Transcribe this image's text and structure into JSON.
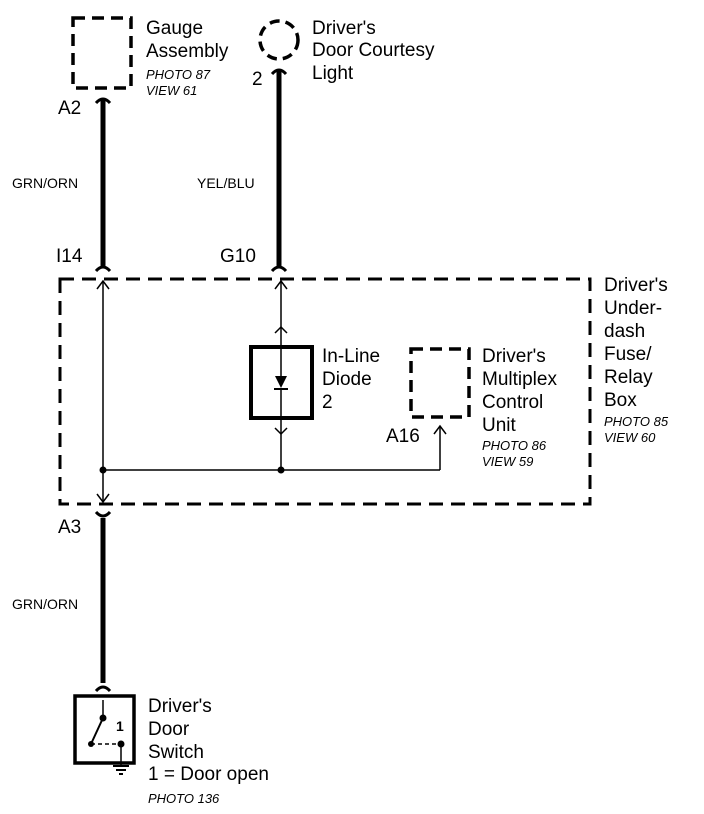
{
  "components": {
    "gauge": {
      "name_lines": [
        "Gauge",
        "Assembly"
      ],
      "ref_lines": [
        "PHOTO 87",
        "VIEW 61"
      ]
    },
    "courtesy_light": {
      "name_lines": [
        "Driver's",
        "Door Courtesy",
        "Light"
      ]
    },
    "fuse_box": {
      "name_lines": [
        "Driver's",
        "Under-",
        "dash",
        "Fuse/",
        "Relay",
        "Box"
      ],
      "ref_lines": [
        "PHOTO 85",
        "VIEW 60"
      ]
    },
    "diode": {
      "name_lines": [
        "In-Line",
        "Diode",
        "2"
      ]
    },
    "multiplex": {
      "name_lines": [
        "Driver's",
        "Multiplex",
        "Control",
        "Unit"
      ],
      "ref_lines": [
        "PHOTO 86",
        "VIEW 59"
      ]
    },
    "door_switch": {
      "name_lines": [
        "Driver's",
        "Door",
        "Switch",
        "1 = Door open"
      ],
      "ref_lines": [
        "PHOTO 136"
      ],
      "contact": "1"
    }
  },
  "pins": {
    "a2": "A2",
    "pin2": "2",
    "i14": "I14",
    "g10": "G10",
    "a16": "A16",
    "a3": "A3"
  },
  "wires": {
    "upper_left": "GRN/ORN",
    "upper_right": "YEL/BLU",
    "lower": "GRN/ORN"
  },
  "colors": {
    "ink": "#000000",
    "background": "#ffffff"
  }
}
